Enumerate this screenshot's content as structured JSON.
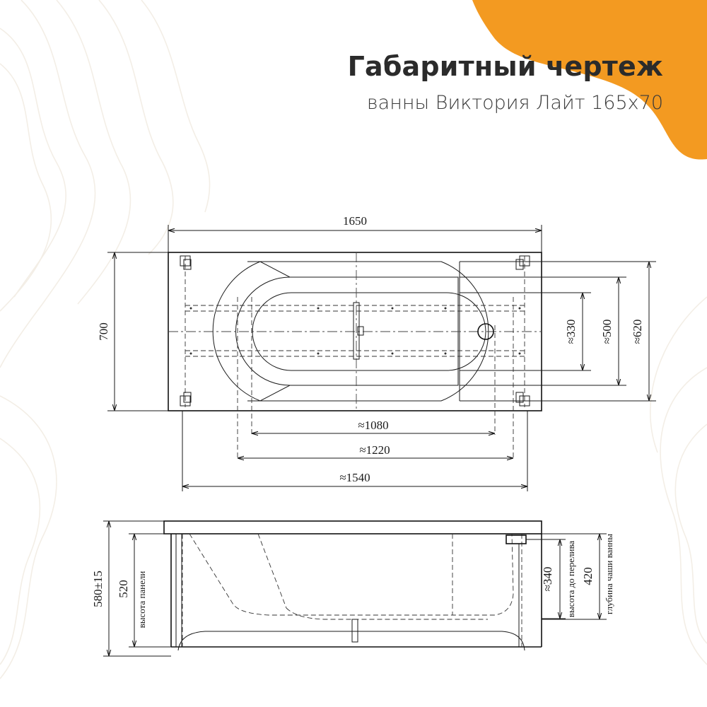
{
  "header": {
    "title": "Габаритный чертеж",
    "subtitle": "ванны Виктория Лайт 165х70"
  },
  "colors": {
    "accent": "#F39A21",
    "line": "#1a1a1a",
    "decor_lines": "#f1ece4"
  },
  "top_view": {
    "length": "1650",
    "width": "700",
    "inner_330": "≈330",
    "inner_500": "≈500",
    "inner_620": "≈620",
    "inner_1080": "≈1080",
    "inner_1220": "≈1220",
    "inner_1540": "≈1540"
  },
  "side_view": {
    "total_height": "580±15",
    "panel_height_value": "520",
    "panel_height_label": "высота панели",
    "overflow_height_value": "≈340",
    "overflow_height_label": "высота до перелива",
    "bowl_depth_value": "420",
    "bowl_depth_label": "глубина чаши ванны"
  }
}
